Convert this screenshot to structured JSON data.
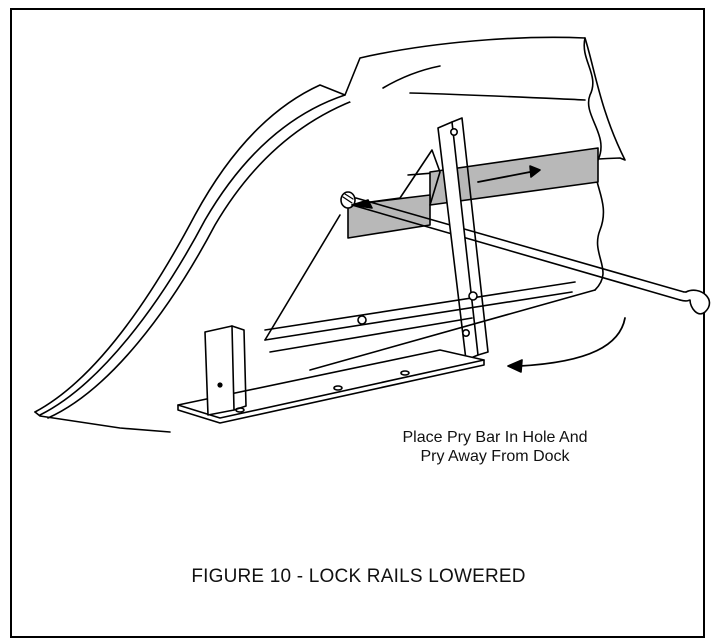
{
  "figure": {
    "caption": "FIGURE 10 - LOCK RAILS LOWERED",
    "instruction_line_1": "Place Pry Bar In Hole And",
    "instruction_line_2": "Pry Away From Dock"
  },
  "colors": {
    "ink": "#000000",
    "shade": "#b8b8b8",
    "background": "#ffffff"
  }
}
